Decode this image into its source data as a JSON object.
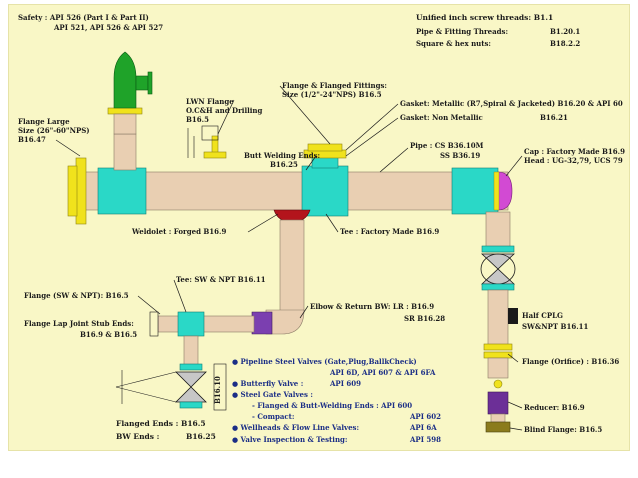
{
  "colors": {
    "background": "#f9f7c6",
    "pipe": "#e9cfb2",
    "fitting": "#2ad8c7",
    "flange": "#f0e21c",
    "valve_green": "#1fa329",
    "valve_body": "#c7c7c7",
    "weldolet": "#b3141c",
    "elbow": "#7b3fb0",
    "reducer": "#6c2f97",
    "cap": "#d24ad3",
    "blind": "#8b7b1c",
    "line": "#1a1a1a"
  },
  "text": {
    "safety_1": "Safety : API 526 (Part I & Part II)",
    "safety_2": "API 521, API 526 & API 527",
    "unified_label": "Unified inch screw threads: B1.1",
    "pipe_threads_label": "Pipe & Fitting Threads:",
    "pipe_threads_value": "B1.20.1",
    "square_label": "Square & hex nuts:",
    "square_value": "B18.2.2",
    "flange_large_1": "Flange Large",
    "flange_large_2": "Size (26\"-60\"NPS)",
    "flange_large_3": "B16.47",
    "lwn_1": "LWN Flange",
    "lwn_2": "O.C&H and Drilling",
    "lwn_3": "B16.5",
    "flanged_fit_1": "Flange & Flanged Fittings:",
    "flanged_fit_2": "Size (1/2\"-24\"NPS) B16.5",
    "gasket_metallic": "Gasket: Metallic (R7,Spiral & Jacketed) B16.20 & API 60",
    "gasket_non_label": "Gasket: Non Metallic",
    "gasket_non_value": "B16.21",
    "pipe_1": "Pipe : CS B36.10M",
    "pipe_2": "SS B36.19",
    "butt_1": "Butt Welding Ends:",
    "butt_2": "B16.25",
    "cap_1": "Cap : Factory Made B16.9",
    "cap_2": "Head : UG-32,79, UCS 79",
    "weldolet": "Weldolet : Forged B16.9",
    "tee": "Tee : Factory Made B16.9",
    "tee_sw": "Tee: SW & NPT B16.11",
    "flange_sw": "Flange (SW & NPT): B16.5",
    "elbow_1": "Elbow & Return BW: LR : B16.9",
    "elbow_2": "SR B16.28",
    "lap_1": "Flange Lap Joint Stub Ends:",
    "lap_2": "B16.9 & B16.5",
    "half_1": "Half CPLG",
    "half_2": "SW&NPT B16.11",
    "orifice": "Flange (Orifice) : B16.36",
    "b1610": "B16.10",
    "valves_title": "Pipeline Steel Valves (Gate,Plug,BallkCheck)",
    "valves_std": "API 6D, API 607 & API 6FA",
    "butterfly_label": "Butterfly Valve :",
    "butterfly_value": "API 609",
    "gate_title": "Steel Gate Valves :",
    "gate_1_label": "- Flanged & Butt-Welding Ends : API 600",
    "gate_2_label": "- Compact:",
    "gate_2_value": "API 602",
    "wellheads_label": "Wellheads & Flow Line Valves:",
    "wellheads_value": "API 6A",
    "inspection_label": "Valve Inspection & Testing:",
    "inspection_value": "API 598",
    "flanged_ends_label": "Flanged Ends : B16.5",
    "bw_ends_label": "BW Ends :",
    "bw_ends_value": "B16.25",
    "reducer": "Reducer: B16.9",
    "blind": "Blind Flange: B16.5"
  }
}
